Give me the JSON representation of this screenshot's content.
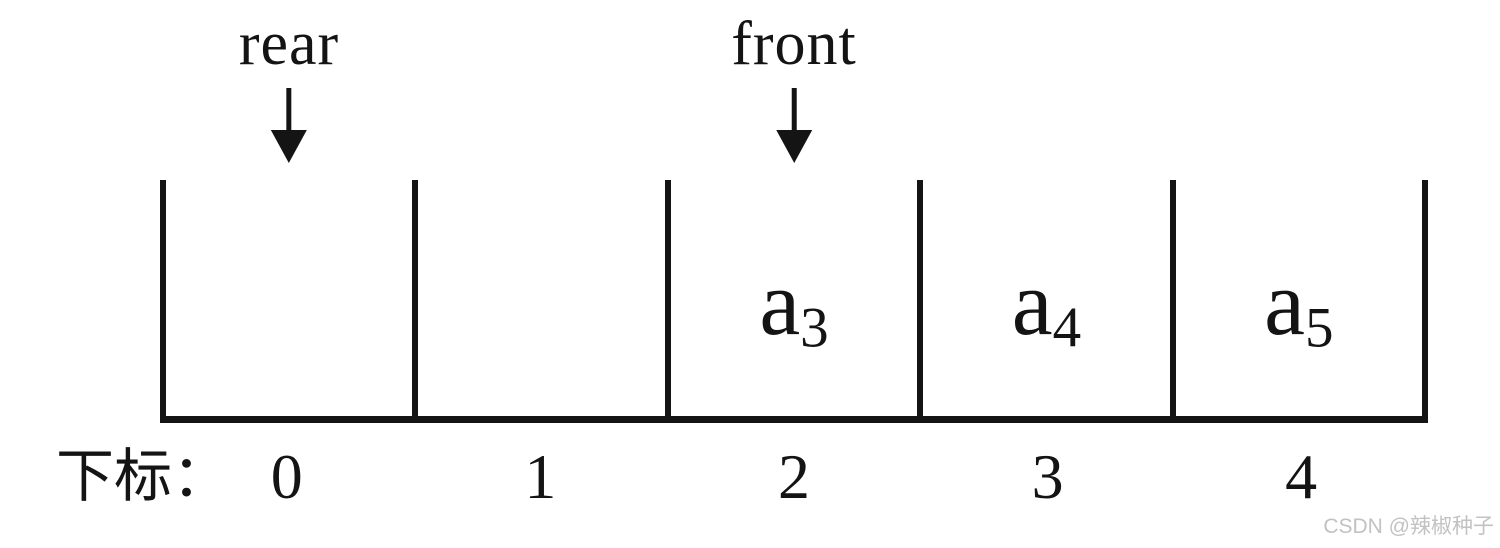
{
  "diagram": {
    "title": "array-based queue illustration",
    "pointers": [
      {
        "label": "rear",
        "points_to_cell_index": 0
      },
      {
        "label": "front",
        "points_to_cell_index": 2
      }
    ],
    "array": {
      "cells": [
        {
          "base": "",
          "sub": ""
        },
        {
          "base": "",
          "sub": ""
        },
        {
          "base": "a",
          "sub": "3"
        },
        {
          "base": "a",
          "sub": "4"
        },
        {
          "base": "a",
          "sub": "5"
        }
      ]
    },
    "index_row": {
      "label": "下标：",
      "indices": [
        "0",
        "1",
        "2",
        "3",
        "4"
      ]
    }
  },
  "watermark": "CSDN @辣椒种子",
  "colors": {
    "line": "#141414",
    "text": "#141414",
    "watermark": "#c2c2c2",
    "background": "#ffffff"
  }
}
